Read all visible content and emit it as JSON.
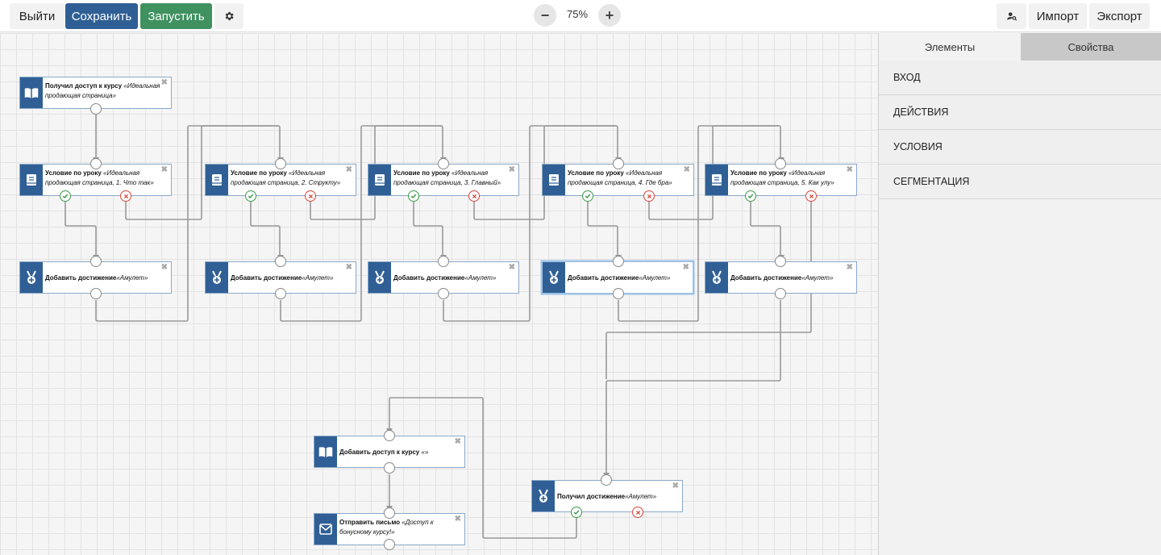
{
  "toolbar": {
    "exit_label": "Выйти",
    "save_label": "Сохранить",
    "run_label": "Запустить",
    "zoom_out": "−",
    "zoom_level": "75%",
    "zoom_in": "+",
    "import_label": "Импорт",
    "export_label": "Экспорт"
  },
  "sidebar": {
    "tabs": [
      {
        "label": "Элементы",
        "active": true
      },
      {
        "label": "Свойства",
        "active": false
      }
    ],
    "sections": [
      "ВХОД",
      "ДЕЙСТВИЯ",
      "УСЛОВИЯ",
      "СЕГМЕНТАЦИЯ"
    ]
  },
  "nodes": {
    "n1": {
      "title": "Получил доступ к курсу",
      "detail": "«Идеальная продающая страница»",
      "icon": "book-open-icon"
    },
    "c1": {
      "title": "Условие по уроку",
      "detail": "«Идеальная продающая страница, 1. Что так»",
      "icon": "book-icon"
    },
    "c2": {
      "title": "Условие по уроку",
      "detail": "«Идеальная продающая страница, 2. Структу»",
      "icon": "book-icon"
    },
    "c3": {
      "title": "Условие по уроку",
      "detail": "«Идеальная продающая страница, 3. Главный»",
      "icon": "book-icon"
    },
    "c4": {
      "title": "Условие по уроку",
      "detail": "«Идеальная продающая страница, 4. Где бра»",
      "icon": "book-icon"
    },
    "c5": {
      "title": "Условие по уроку",
      "detail": "«Идеальная продающая страница, 5. Как улу»",
      "icon": "book-icon"
    },
    "a1": {
      "title": "Добавить достижение",
      "detail": "«Амулет»",
      "icon": "medal-icon"
    },
    "a2": {
      "title": "Добавить достижение",
      "detail": "«Амулет»",
      "icon": "medal-icon"
    },
    "a3": {
      "title": "Добавить достижение",
      "detail": "«Амулет»",
      "icon": "medal-icon"
    },
    "a4": {
      "title": "Добавить достижение",
      "detail": "«Амулет»",
      "icon": "medal-icon"
    },
    "a5": {
      "title": "Добавить достижение",
      "detail": "«Амулет»",
      "icon": "medal-icon"
    },
    "g1": {
      "title": "Добавить доступ к курсу",
      "detail": "«»",
      "icon": "book-open-icon"
    },
    "m1": {
      "title": "Отправить письмо",
      "detail": "«Доступ к бонусному курсу!»",
      "icon": "envelope-icon"
    },
    "r1": {
      "title": "Получил достижение",
      "detail": "«Амулет»",
      "icon": "medal-icon"
    }
  },
  "colors": {
    "primary": "#2f5f94",
    "success": "#3f9160",
    "error": "#d9433a"
  }
}
